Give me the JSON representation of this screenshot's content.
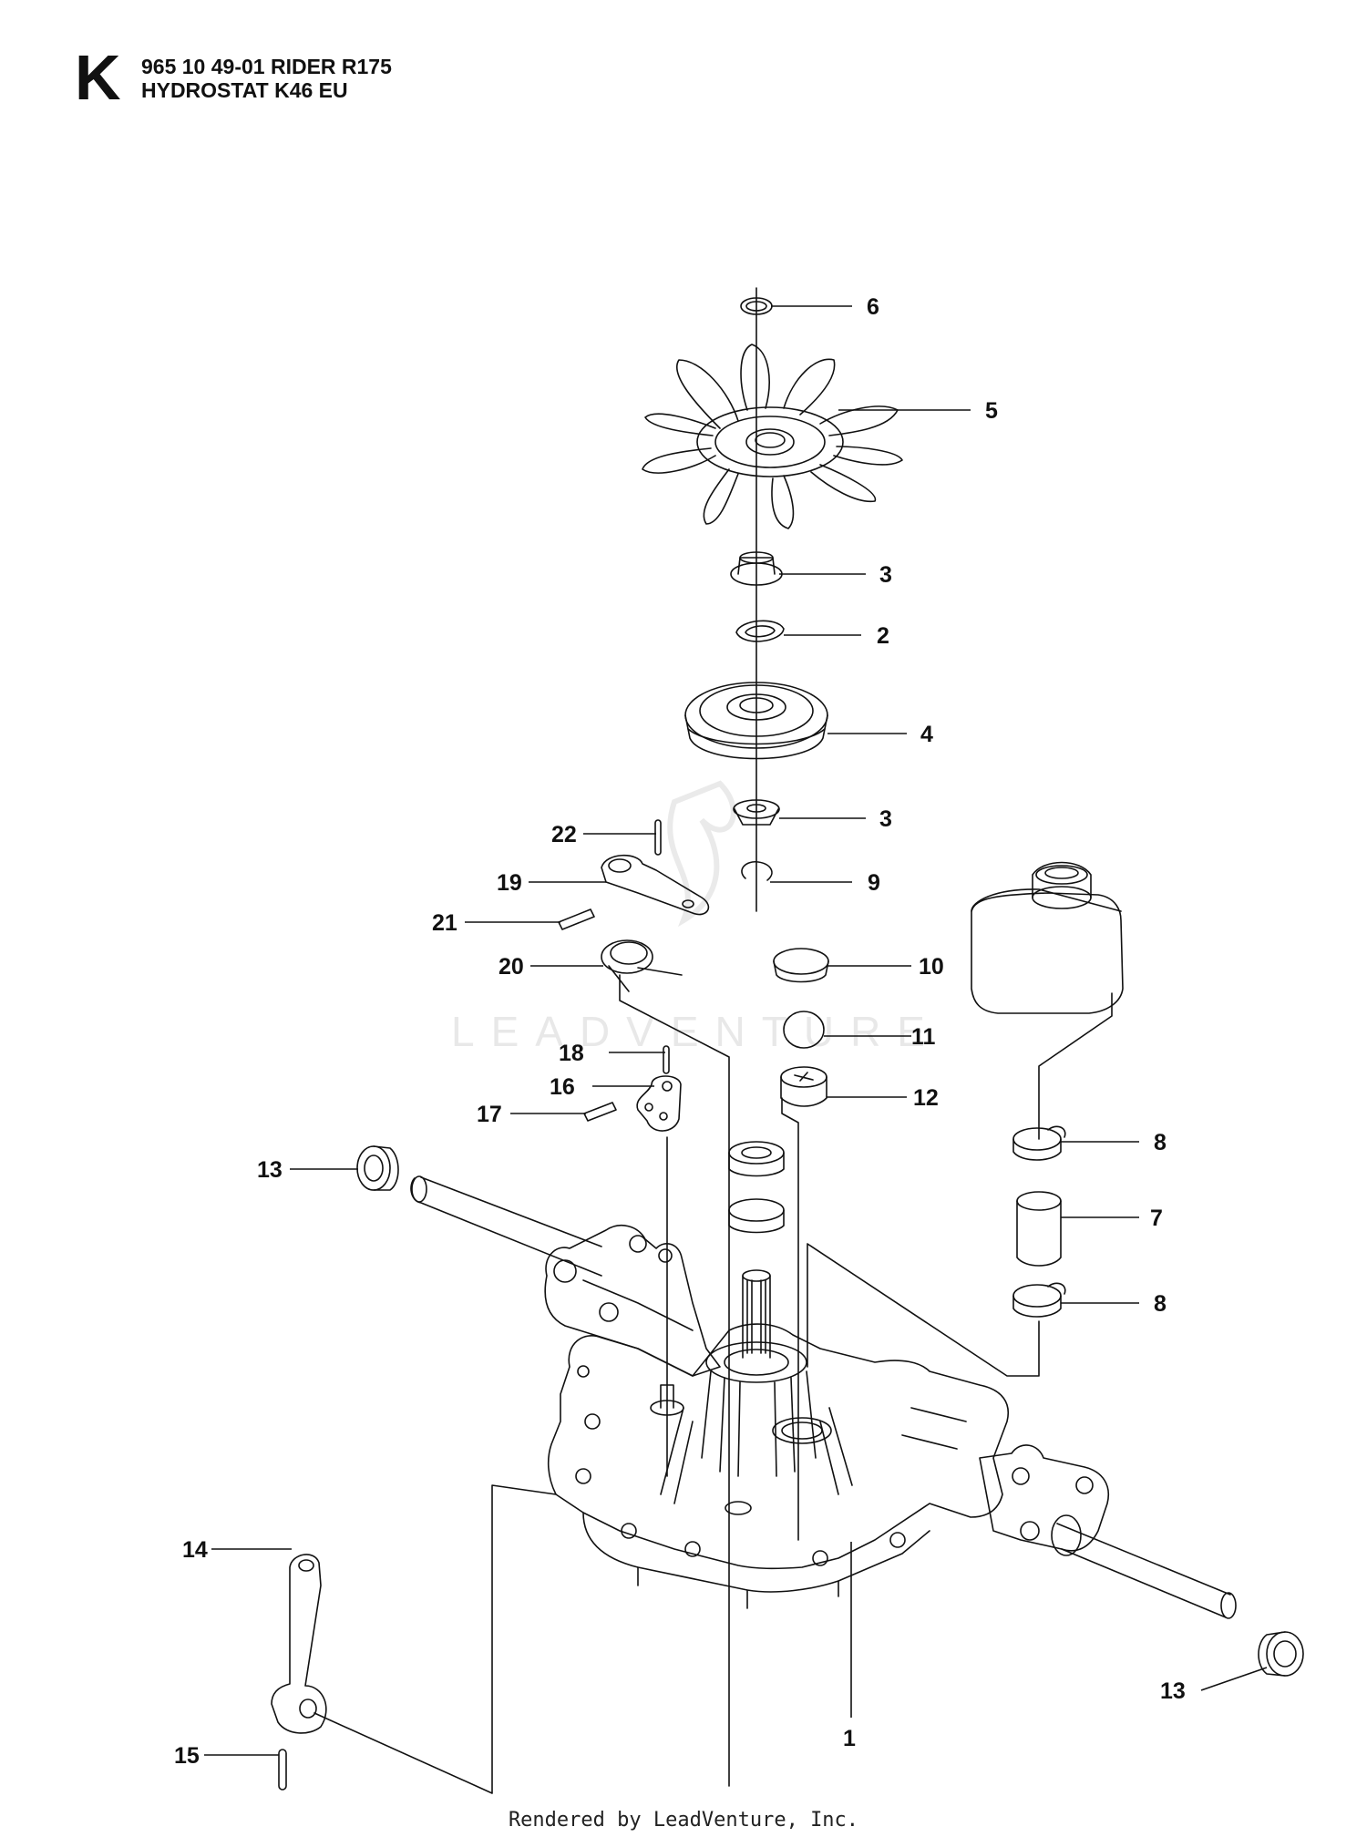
{
  "header": {
    "section_letter": "K",
    "title_line1": "965 10 49-01 RIDER R175",
    "title_line2": "HYDROSTAT K46 EU"
  },
  "watermark": "LEADVENTURE",
  "footer": "Rendered by LeadVenture, Inc.",
  "callouts": [
    {
      "id": "c6",
      "label": "6"
    },
    {
      "id": "c5",
      "label": "5"
    },
    {
      "id": "c3a",
      "label": "3"
    },
    {
      "id": "c2",
      "label": "2"
    },
    {
      "id": "c4",
      "label": "4"
    },
    {
      "id": "c3b",
      "label": "3"
    },
    {
      "id": "c9",
      "label": "9"
    },
    {
      "id": "c22",
      "label": "22"
    },
    {
      "id": "c19",
      "label": "19"
    },
    {
      "id": "c21",
      "label": "21"
    },
    {
      "id": "c20",
      "label": "20"
    },
    {
      "id": "c10",
      "label": "10"
    },
    {
      "id": "c11",
      "label": "11"
    },
    {
      "id": "c18",
      "label": "18"
    },
    {
      "id": "c16",
      "label": "16"
    },
    {
      "id": "c17",
      "label": "17"
    },
    {
      "id": "c12",
      "label": "12"
    },
    {
      "id": "c8a",
      "label": "8"
    },
    {
      "id": "c7",
      "label": "7"
    },
    {
      "id": "c8b",
      "label": "8"
    },
    {
      "id": "c13a",
      "label": "13"
    },
    {
      "id": "c14",
      "label": "14"
    },
    {
      "id": "c15",
      "label": "15"
    },
    {
      "id": "c1",
      "label": "1"
    },
    {
      "id": "c13b",
      "label": "13"
    }
  ]
}
